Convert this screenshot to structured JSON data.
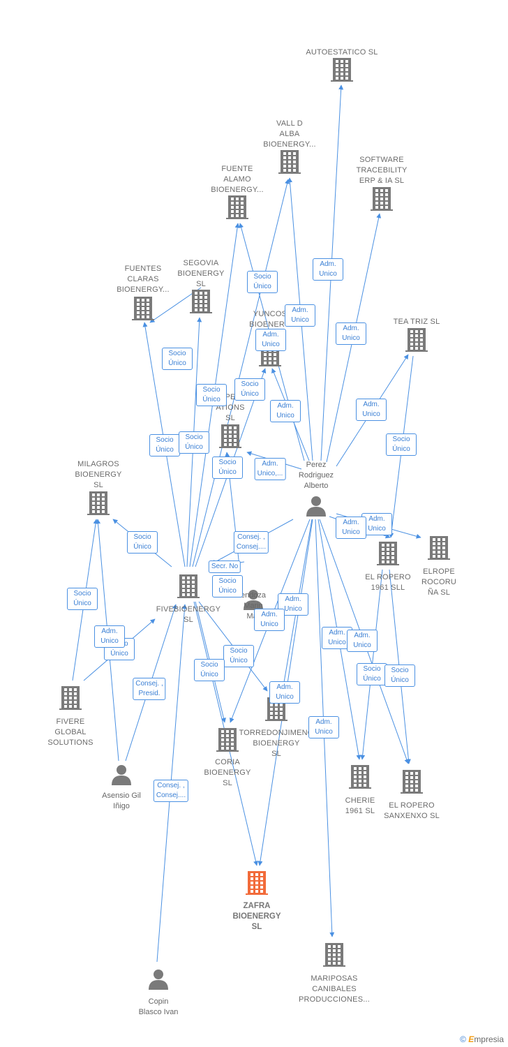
{
  "colors": {
    "edge": "#4a90e2",
    "node": "#7a7a7a",
    "main": "#f26b3a"
  },
  "nodes": [
    {
      "id": "autoestatico",
      "type": "company",
      "label": "AUTOESTATICO SL",
      "icon": "building-icon"
    },
    {
      "id": "valldalba",
      "type": "company",
      "label": "VALL D\nALBA\nBIOENERGY...",
      "icon": "building-icon"
    },
    {
      "id": "software",
      "type": "company",
      "label": "SOFTWARE\nTRACEBILITY\nERP & IA  SL",
      "icon": "building-icon"
    },
    {
      "id": "fuentealamo",
      "type": "company",
      "label": "FUENTE\nALAMO\nBIOENERGY...",
      "icon": "building-icon"
    },
    {
      "id": "segovia",
      "type": "company",
      "label": "SEGOVIA\nBIOENERGY\nSL",
      "icon": "building-icon"
    },
    {
      "id": "fuentesclaras",
      "type": "company",
      "label": "FUENTES\nCLARAS\nBIOENERGY...",
      "icon": "building-icon"
    },
    {
      "id": "yuncos",
      "type": "company",
      "label": "YUNCOS\nBIOENERG",
      "icon": "building-icon"
    },
    {
      "id": "teatriz",
      "type": "company",
      "label": "TEA TRIZ  SL",
      "icon": "building-icon"
    },
    {
      "id": "operations",
      "type": "company",
      "label": "PE\nATIONS\nSL",
      "icon": "building-icon"
    },
    {
      "id": "perez",
      "type": "person",
      "label": "Perez\nRodriguez\nAlberto",
      "icon": "person-icon"
    },
    {
      "id": "milagros",
      "type": "company",
      "label": "MILAGROS\nBIOENERGY\nSL",
      "icon": "building-icon"
    },
    {
      "id": "fivebio",
      "type": "company",
      "label": "FIVEBIOENERGY\nSL",
      "icon": "building-icon"
    },
    {
      "id": "mendoza",
      "type": "person",
      "label": "endoza\nMarin\nMar",
      "icon": "person-icon"
    },
    {
      "id": "elropero1961",
      "type": "company",
      "label": "EL ROPERO\n1961  SLL",
      "icon": "building-icon"
    },
    {
      "id": "elrope",
      "type": "company",
      "label": "ELROPE\nROCORU\nÑA  SL",
      "icon": "building-icon"
    },
    {
      "id": "fivere",
      "type": "company",
      "label": "FIVERE\nGLOBAL\nSOLUTIONS",
      "icon": "building-icon"
    },
    {
      "id": "torredon",
      "type": "company",
      "label": "TORREDONJIMENO\nBIOENERGY\nSL",
      "icon": "building-icon"
    },
    {
      "id": "coria",
      "type": "company",
      "label": "CORIA\nBIOENERGY\nSL",
      "icon": "building-icon"
    },
    {
      "id": "asensio",
      "type": "person",
      "label": "Asensio Gil\nIñigo",
      "icon": "person-icon"
    },
    {
      "id": "cherie",
      "type": "company",
      "label": "CHERIE\n1961  SL",
      "icon": "building-icon"
    },
    {
      "id": "elroperosanx",
      "type": "company",
      "label": "EL ROPERO\nSANXENXO  SL",
      "icon": "building-icon"
    },
    {
      "id": "zafra",
      "type": "main",
      "label": "ZAFRA\nBIOENERGY\nSL",
      "icon": "building-icon"
    },
    {
      "id": "mariposas",
      "type": "company",
      "label": "MARIPOSAS\nCANIBALES\nPRODUCCIONES...",
      "icon": "building-icon"
    },
    {
      "id": "copin",
      "type": "person",
      "label": "Copin\nBlasco Ivan",
      "icon": "person-icon"
    }
  ],
  "edges": [
    {
      "from": "perez",
      "to": "autoestatico",
      "label": "Adm.\nUnico"
    },
    {
      "from": "perez",
      "to": "valldalba",
      "label": "Adm.\nUnico"
    },
    {
      "from": "perez",
      "to": "software",
      "label": "Adm.\nUnico"
    },
    {
      "from": "perez",
      "to": "teatriz",
      "label": "Adm.\nUnico"
    },
    {
      "from": "perez",
      "to": "yuncos",
      "label": "Adm.\nUnico"
    },
    {
      "from": "perez",
      "to": "fuentealamo",
      "label": "Adm.\nUnico"
    },
    {
      "from": "perez",
      "to": "operations",
      "label": "Adm.\nUnico,..."
    },
    {
      "from": "perez",
      "to": "elrope",
      "label": "Adm.\nUnico"
    },
    {
      "from": "perez",
      "to": "elropero1961",
      "label": "Adm.\nUnico"
    },
    {
      "from": "perez",
      "to": "cherie",
      "label": "Adm.\nUnico"
    },
    {
      "from": "perez",
      "to": "elroperosanx",
      "label": "Adm.\nUnico"
    },
    {
      "from": "perez",
      "to": "zafra",
      "label": "Adm.\nUnico"
    },
    {
      "from": "perez",
      "to": "mariposas",
      "label": "Adm.\nUnico"
    },
    {
      "from": "perez",
      "to": "torredon",
      "label": "Adm.\nUnico"
    },
    {
      "from": "perez",
      "to": "coria",
      "label": "Adm.\nUnico"
    },
    {
      "from": "perez",
      "to": "fivebio",
      "label": "Secr.  No"
    },
    {
      "from": "fivebio",
      "to": "fuentesclaras",
      "label": "Socio\nÚnico"
    },
    {
      "from": "fivebio",
      "to": "segovia",
      "label": "Socio\nÚnico"
    },
    {
      "from": "fivebio",
      "to": "fuentealamo",
      "label": "Socio\nÚnico"
    },
    {
      "from": "fivebio",
      "to": "valldalba",
      "label": "Socio\nÚnico"
    },
    {
      "from": "fivebio",
      "to": "yuncos",
      "label": "Socio\nÚnico"
    },
    {
      "from": "fivebio",
      "to": "milagros",
      "label": "Socio\nÚnico"
    },
    {
      "from": "fivebio",
      "to": "coria",
      "label": "Socio\nÚnico"
    },
    {
      "from": "fivebio",
      "to": "torredon",
      "label": "Socio\nÚnico"
    },
    {
      "from": "fivebio",
      "to": "zafra",
      "label": "Socio\nÚnico"
    },
    {
      "from": "fivere",
      "to": "milagros",
      "label": "Socio\nÚnico"
    },
    {
      "from": "fivere",
      "to": "fivebio",
      "label": "Socio\nÚnico"
    },
    {
      "from": "asensio",
      "to": "milagros",
      "label": "Adm.\nUnico"
    },
    {
      "from": "asensio",
      "to": "fivebio",
      "label": "Consej. ,\nPresid."
    },
    {
      "from": "copin",
      "to": "fivebio",
      "label": "Consej. ,\nConsej...."
    },
    {
      "from": "mendoza",
      "to": "fivebio",
      "label": "Consej. ,\nConsej...."
    },
    {
      "from": "mendoza",
      "to": "operations",
      "label": "Socio\nÚnico"
    },
    {
      "from": "segovia",
      "to": "fuentesclaras",
      "label": "Socio\nÚnico"
    },
    {
      "from": "elropero1961",
      "to": "cherie",
      "label": "Socio\nÚnico"
    },
    {
      "from": "elropero1961",
      "to": "elroperosanx",
      "label": "Socio\nÚnico"
    },
    {
      "from": "teatriz",
      "to": "elrope",
      "label": "Socio\nÚnico"
    }
  ],
  "relation_labels": [
    {
      "edge": 0
    },
    {
      "edge": 1
    },
    {
      "edge": 2
    },
    {
      "edge": 3
    },
    {
      "edge": 4
    },
    {
      "edge": 5
    },
    {
      "edge": 6
    },
    {
      "edge": 7
    },
    {
      "edge": 8
    },
    {
      "edge": 9
    },
    {
      "edge": 10
    },
    {
      "edge": 11
    },
    {
      "edge": 12
    },
    {
      "edge": 13
    },
    {
      "edge": 14
    },
    {
      "edge": 15
    }
  ],
  "brand": {
    "copyright": "©",
    "name": "mpresia",
    "initial": "E"
  }
}
